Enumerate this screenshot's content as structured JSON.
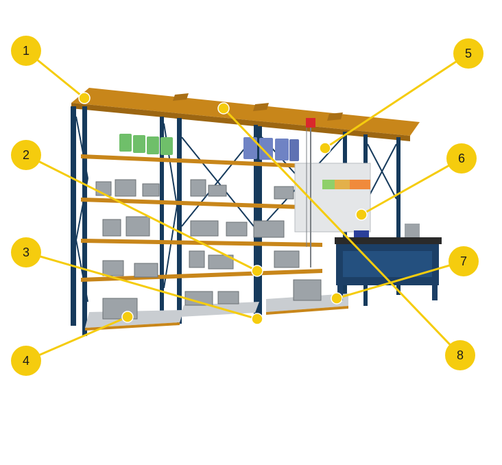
{
  "colors": {
    "frame": "#163a5c",
    "beam": "#c8861a",
    "shelf": "#c9cdd1",
    "callout": "#f5cc0e",
    "jugs_green": "#6fbf6a",
    "jugs_blue": "#6f83c4",
    "bench": "#1c3f66"
  },
  "callouts": [
    {
      "number": "1",
      "label": "1"
    },
    {
      "number": "2",
      "label": "2"
    },
    {
      "number": "3",
      "label": "3"
    },
    {
      "number": "4",
      "label": "4"
    },
    {
      "number": "5",
      "label": "5"
    },
    {
      "number": "6",
      "label": "6"
    },
    {
      "number": "7",
      "label": "7"
    },
    {
      "number": "8",
      "label": "8"
    }
  ]
}
